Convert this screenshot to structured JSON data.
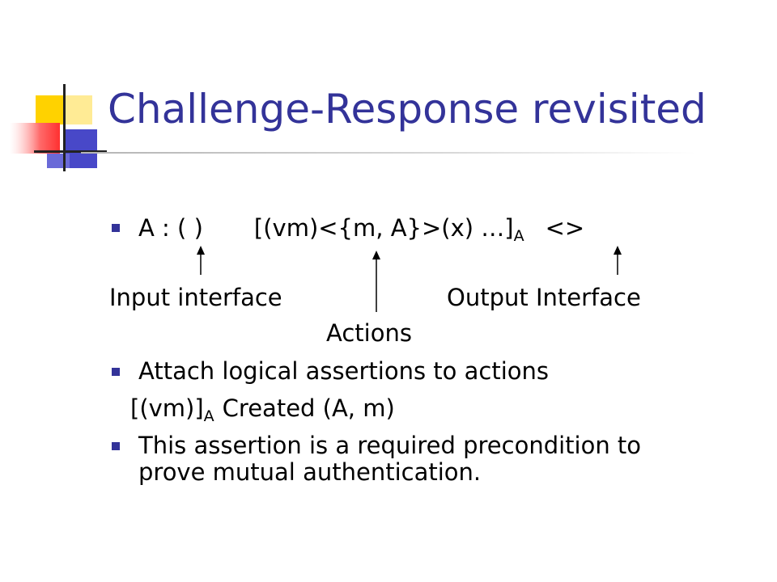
{
  "slide": {
    "title": "Challenge-Response revisited",
    "line1": {
      "prefix": "A : ( )",
      "middle": "[(vm)<{m, A}>(x) …]",
      "subscript": "A",
      "suffix": "<>"
    },
    "label_input": "Input interface",
    "label_output": "Output Interface",
    "label_actions": "Actions",
    "bullet2": "Attach logical assertions to actions",
    "line_assert": {
      "prefix": "[(vm)]",
      "subscript": "A",
      "suffix": "Created (A, m)"
    },
    "bullet3_line1": "This assertion is a required precondition to",
    "bullet3_line2": "prove mutual authentication."
  },
  "colors": {
    "title": "#333399",
    "bullet": "#333399",
    "text": "#000000"
  }
}
